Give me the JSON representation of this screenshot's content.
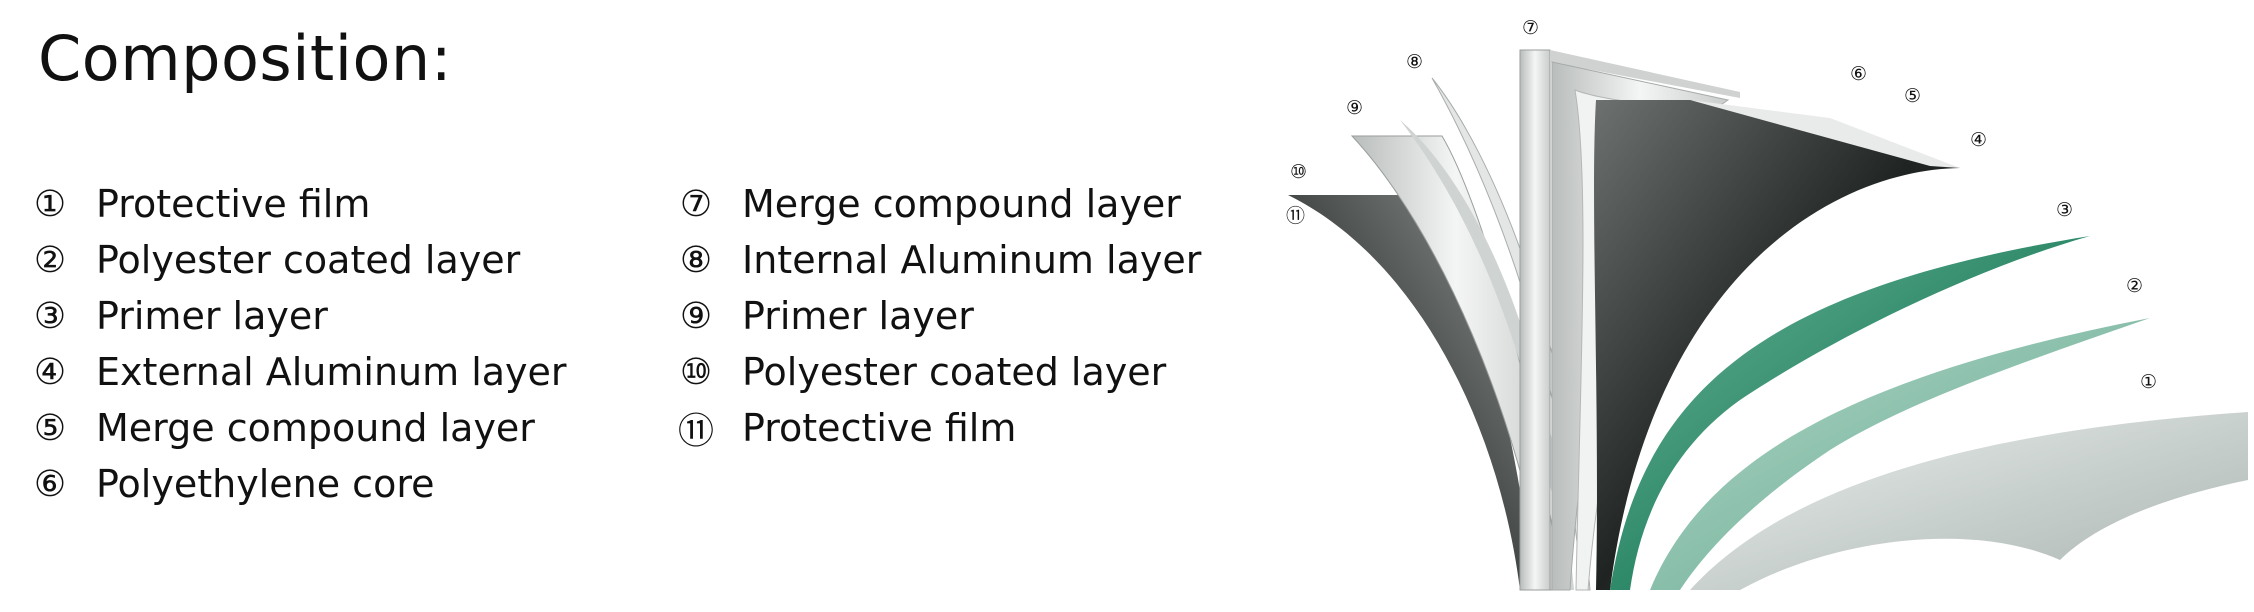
{
  "heading": "Composition:",
  "legend": {
    "col1": [
      {
        "num": "①",
        "label": "Protective film"
      },
      {
        "num": "②",
        "label": "Polyester coated layer"
      },
      {
        "num": "③",
        "label": "Primer layer"
      },
      {
        "num": "④",
        "label": "External Aluminum layer"
      },
      {
        "num": "⑤",
        "label": "Merge compound layer"
      },
      {
        "num": "⑥",
        "label": "Polyethylene core"
      }
    ],
    "col2": [
      {
        "num": "⑦",
        "label": "Merge compound layer"
      },
      {
        "num": "⑧",
        "label": "Internal Aluminum layer"
      },
      {
        "num": "⑨",
        "label": "Primer layer"
      },
      {
        "num": "⑩",
        "label": "Polyester coated layer"
      },
      {
        "num": "⑪",
        "label": "Protective film"
      }
    ]
  },
  "diagram": {
    "callouts": [
      "①",
      "②",
      "③",
      "④",
      "⑤",
      "⑥",
      "⑦",
      "⑧",
      "⑨",
      "⑩",
      "⑪"
    ],
    "colors": {
      "green": "#2f8a6a",
      "dark": "#2b2e2d",
      "silver": "#d9dcdb"
    }
  }
}
